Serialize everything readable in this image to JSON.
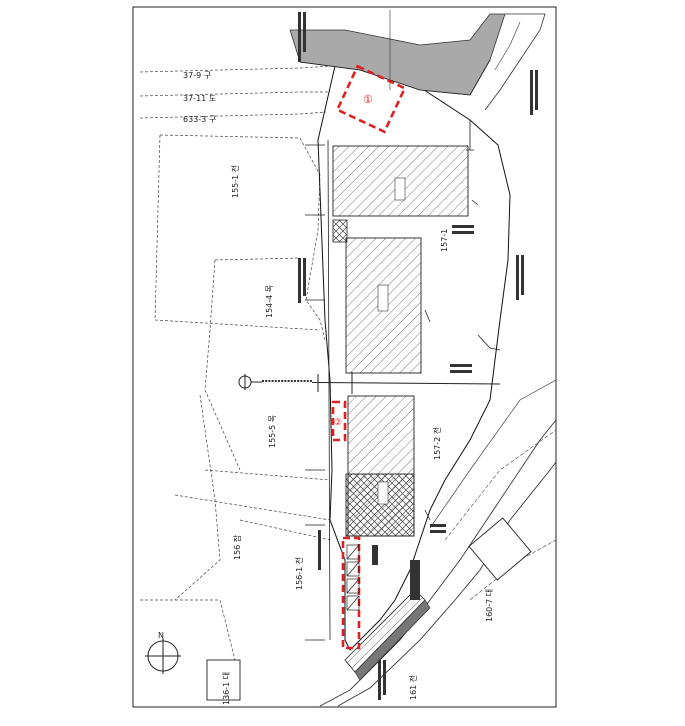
{
  "parcels": {
    "p37_9": "37-9 구",
    "p37_11": "37-11 도",
    "p633_3": "633-3 구",
    "p155_1": "155-1 전",
    "p154_4": "154-4 목",
    "p155_5": "155-5 목",
    "p156": "156 잡",
    "p156_1": "156-1 전",
    "p157_1": "157-1",
    "p157_2": "157-2 전",
    "p160_7": "160-7 대",
    "p161": "161 전",
    "p136_1": "136-1 대"
  },
  "marks": {
    "circle_top": "①",
    "circle_mid": "②",
    "north": "N"
  },
  "colors": {
    "highlight": "#e02020",
    "line": "#111111",
    "hatch": "#555555",
    "road_fill": "#9a9a9a"
  }
}
